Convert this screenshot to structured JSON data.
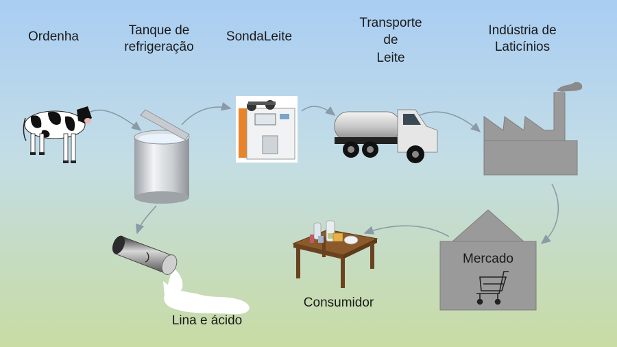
{
  "labels": {
    "milking": "Ordenha",
    "tank_line1": "Tanque de",
    "tank_line2": "refrigeração",
    "probe": "SondaLeite",
    "transport_line1": "Transporte",
    "transport_line2": "de",
    "transport_line3": "Leite",
    "industry_line1": "Indústria de",
    "industry_line2": "Laticínios",
    "market": "Mercado",
    "consumer": "Consumidor",
    "disposal": "Lina e ácido"
  },
  "icons": {
    "cow": "cow-icon",
    "tank": "tank-icon",
    "probe": "probe-device-icon",
    "truck": "milk-truck-icon",
    "factory": "factory-icon",
    "market": "market-building-icon",
    "cart": "shopping-cart-icon",
    "table": "table-with-products-icon",
    "spilled": "spilled-can-icon"
  },
  "colors": {
    "gray_building": "#9a9a9a",
    "device_orange": "#e8832a",
    "arrow": "#8a9aa6"
  }
}
